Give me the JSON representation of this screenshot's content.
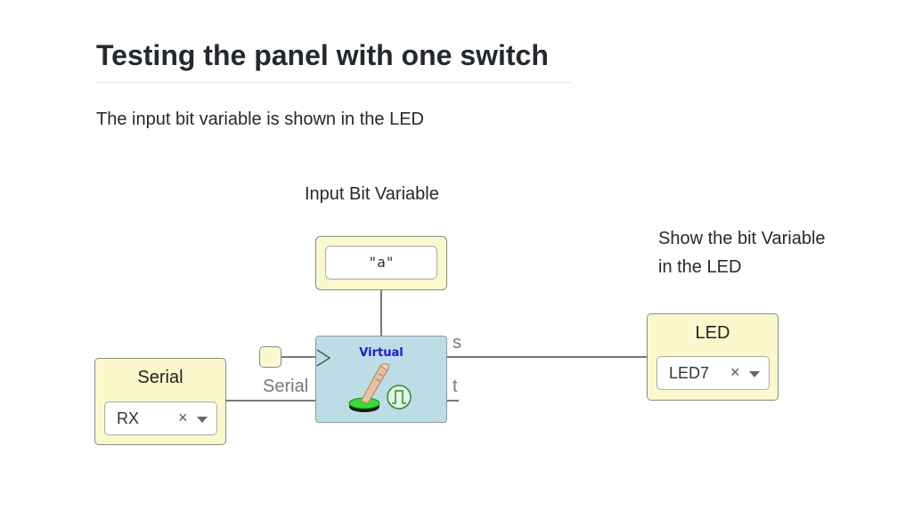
{
  "page": {
    "title": "Testing the panel with one switch",
    "intro": "The input bit variable is shown in the LED"
  },
  "notes": {
    "input_label": "Input Bit Variable",
    "led_note_line1": "Show the bit Variable",
    "led_note_line2": "in the LED"
  },
  "diagram": {
    "constant_block": {
      "value": "\"a\""
    },
    "virtual_block": {
      "label": "Virtual",
      "port_left": "Serial",
      "port_s": "s",
      "port_t": "t"
    },
    "serial_block": {
      "title": "Serial",
      "selected": "RX",
      "clear_symbol": "×"
    },
    "led_block": {
      "title": "LED",
      "selected": "LED7",
      "clear_symbol": "×"
    },
    "colors": {
      "block_fill": "#fbf9cc",
      "virtual_fill": "#bcdde6",
      "virtual_label": "#1a1ad0",
      "wire": "#777777",
      "button_green": "#33dd33"
    }
  }
}
